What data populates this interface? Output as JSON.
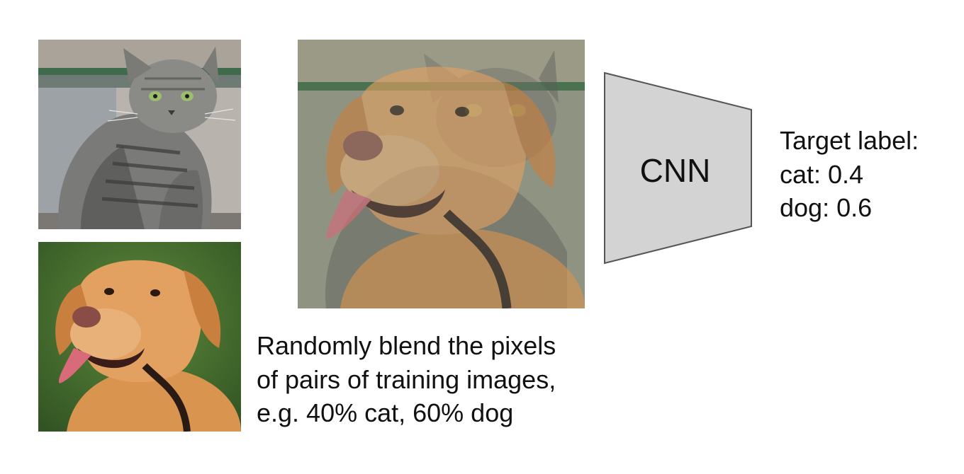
{
  "diagram": {
    "cnn_label": "CNN",
    "target": {
      "heading": "Target label:",
      "cat_line": "cat: 0.4",
      "dog_line": "dog: 0.6"
    },
    "caption": {
      "line1": "Randomly blend the pixels",
      "line2": "of pairs of training images,",
      "line3": "e.g. 40% cat, 60% dog"
    },
    "mix_ratio": {
      "cat": 0.4,
      "dog": 0.6
    },
    "colors": {
      "cnn_fill": "#d3d3d3",
      "cnn_stroke": "#555555",
      "text": "#111111"
    }
  }
}
